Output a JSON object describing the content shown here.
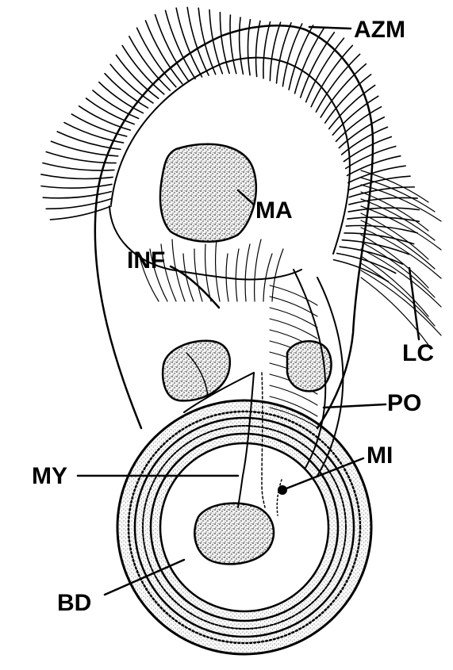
{
  "labels": {
    "azm": "AZM",
    "ma": "MA",
    "inf": "INF",
    "lc": "LC",
    "po": "PO",
    "mi": "MI",
    "my": "MY",
    "bd": "BD"
  },
  "colors": {
    "ink": "#000000",
    "background": "#ffffff",
    "stipple": "#1a1a1a"
  }
}
